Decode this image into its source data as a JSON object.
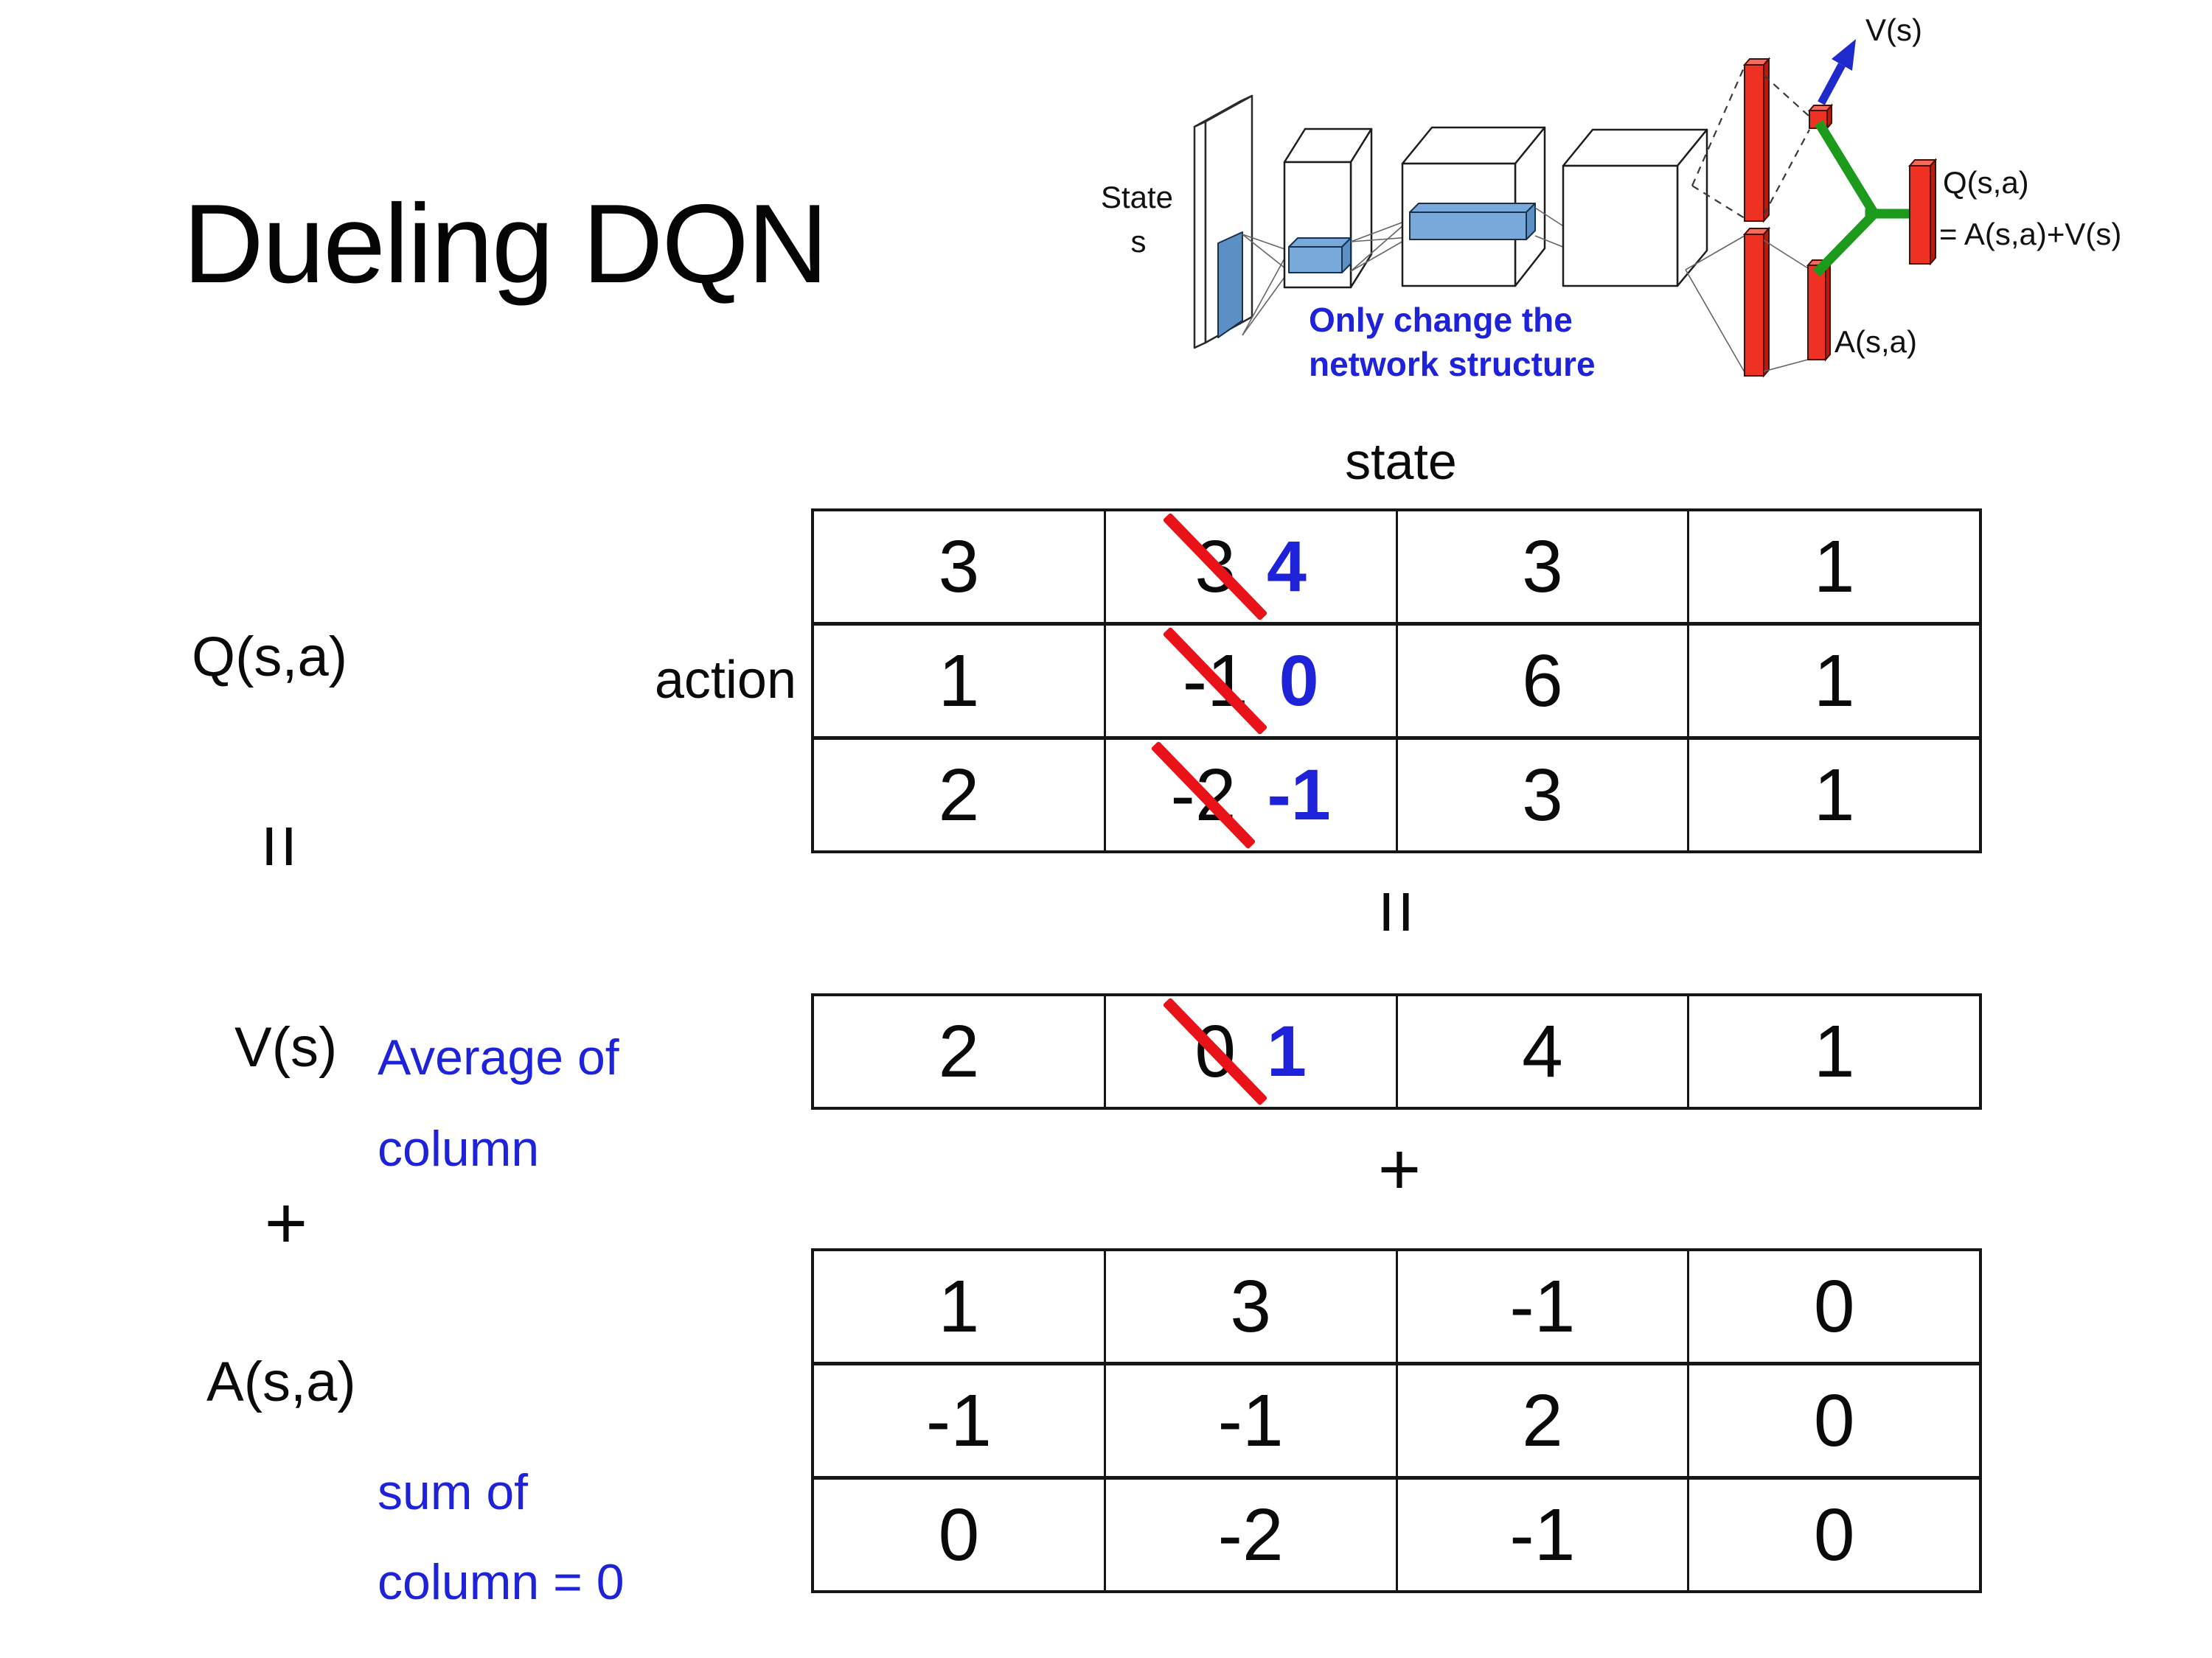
{
  "title": "Dueling DQN",
  "colors": {
    "blue": "#1E22D9",
    "red": "#E91219",
    "bar_red": "#EE3123",
    "bar_red_top": "#F56B5B",
    "bar_red_side": "#C01708",
    "green": "#1C9A1C",
    "arrow_blue": "#1F2ACC",
    "conv_blue": "#5C8FC4",
    "conv_blue_light": "#79A9DB"
  },
  "diagram": {
    "state_line1": "State",
    "state_line2": "s",
    "note_line1": "Only change the",
    "note_line2": "network structure",
    "v_out": "V(s)",
    "q_out_line1": "Q(s,a)",
    "q_out_line2": "= A(s,a)+V(s)",
    "a_out": "A(s,a)"
  },
  "labels": {
    "state_header": "state",
    "action": "action",
    "q": "Q(s,a)",
    "v": "V(s)",
    "a": "A(s,a)",
    "equals_left": "=",
    "equals_center": "=",
    "plus_left": "+",
    "plus_center": "+",
    "avg_note_line1": "Average of",
    "avg_note_line2": "column",
    "sum_note_line1": "sum of",
    "sum_note_line2": "column = 0"
  },
  "q_table": {
    "rows": [
      {
        "c0": "3",
        "c1_old": "3",
        "c1_new": "4",
        "c2": "3",
        "c3": "1"
      },
      {
        "c0": "1",
        "c1_old": "-1",
        "c1_new": "0",
        "c2": "6",
        "c3": "1"
      },
      {
        "c0": "2",
        "c1_old": "-2",
        "c1_new": "-1",
        "c2": "3",
        "c3": "1"
      }
    ]
  },
  "v_row": {
    "c0": "2",
    "c1_old": "0",
    "c1_new": "1",
    "c2": "4",
    "c3": "1"
  },
  "a_table": {
    "rows": [
      {
        "c0": "1",
        "c1": "3",
        "c2": "-1",
        "c3": "0"
      },
      {
        "c0": "-1",
        "c1": "-1",
        "c2": "2",
        "c3": "0"
      },
      {
        "c0": "0",
        "c1": "-2",
        "c2": "-1",
        "c3": "0"
      }
    ]
  }
}
